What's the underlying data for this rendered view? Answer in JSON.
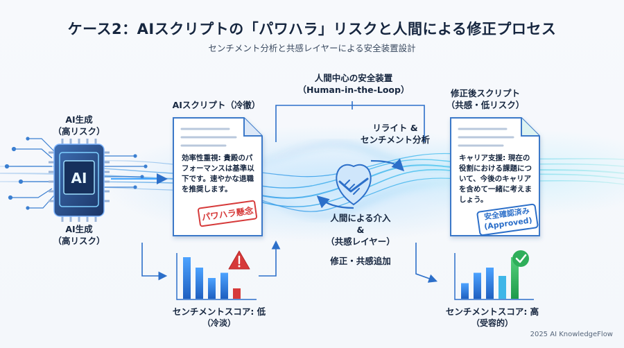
{
  "header": {
    "title": "ケース2：AIスクリプトの「パワハラ」リスクと人間による修正プロセス",
    "subtitle": "センチメント分析と共感レイヤーによる安全装置設計"
  },
  "ai_chip": {
    "icon_text": "AI",
    "label_top": [
      "AI生成",
      "（高リスク）"
    ],
    "label_bottom": [
      "AI生成",
      "（高リスク）"
    ]
  },
  "doc_left": {
    "title": "AIスクリプト（冷徹）",
    "body": "効率性重視: 貴殿のパフォーマンスは基準以下です。速やかな退職を推奨します。",
    "stamp": "パワハラ懸念"
  },
  "center": {
    "heading": [
      "人間中心の安全装置",
      "（Human-in-the-Loop）"
    ],
    "rewrite": [
      "リライト &",
      "センチメント分析"
    ],
    "intervention": [
      "人間による介入",
      "&",
      "（共感レイヤー）"
    ],
    "addition": "修正・共感追加"
  },
  "doc_right": {
    "title": [
      "修正後スクリプト",
      "（共感・低リスク）"
    ],
    "body": "キャリア支援: 現在の役割における課題について、今後のキャリアを含めて一緒に考えましょう。",
    "stamp": [
      "安全確認済み",
      "(Approved)"
    ]
  },
  "score_left": {
    "label": [
      "センチメントスコア: 低",
      "（冷淡）"
    ],
    "bars": [
      4,
      3,
      2,
      2.5,
      1
    ]
  },
  "score_right": {
    "label": [
      "センチメントスコア: 高",
      "（受容的）"
    ],
    "bars": [
      1.5,
      2.5,
      3,
      2.2,
      4
    ]
  },
  "colors": {
    "navy": "#1f3b6b",
    "blue": "#2c7fd8",
    "red": "#d63a3a",
    "green": "#2fae5a",
    "cyan": "#3fb6e8"
  },
  "credit": "2025 AI KnowledgeFlow"
}
